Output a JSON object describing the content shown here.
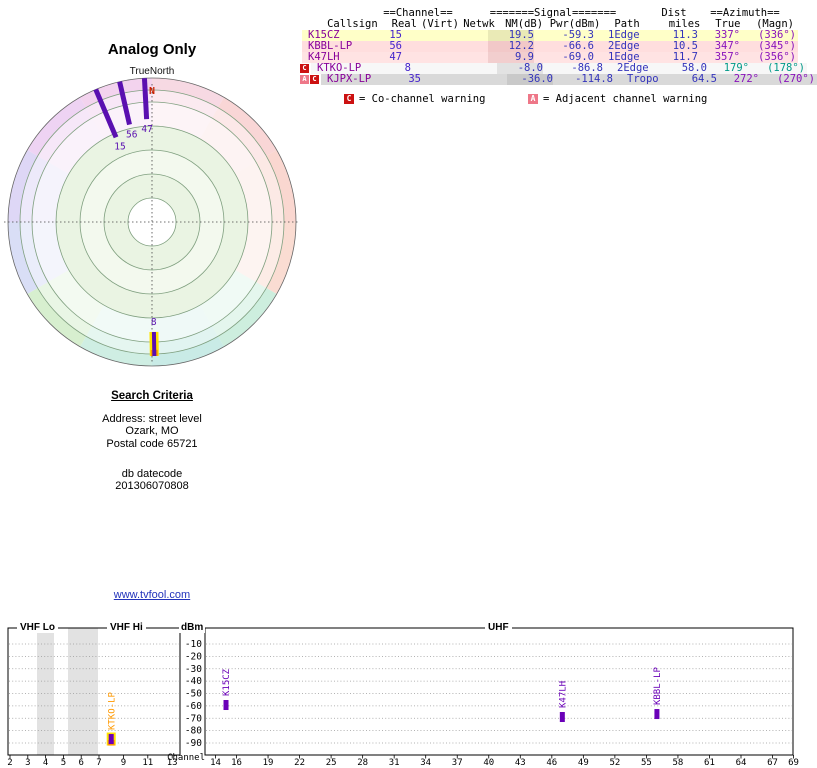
{
  "colors": {
    "station_purple": "#5a10b0",
    "bar_purple": "#6a00b8",
    "highlight_yellow": "#ffe400",
    "highlight_orange": "#ff9900",
    "co_channel_red": "#cc1111",
    "adjacent_pink": "#ee7788",
    "link_blue": "#2233bb",
    "north_red": "#cc2200",
    "value_blue": "#3333bb",
    "callsign_purple": "#880099",
    "channel_blue": "#4422cc",
    "azimuth_purple": "#8811bb",
    "azimuth_teal": "#009988"
  },
  "table": {
    "header_groups": {
      "channel": "==Channel==",
      "signal": "=======Signal=======",
      "dist": "Dist",
      "azimuth": "==Azimuth=="
    },
    "columns": [
      "Callsign",
      "Real",
      "(Virt)",
      "Netwk",
      "NM(dB)",
      "Pwr(dBm)",
      "Path",
      "miles",
      "True",
      "(Magn)"
    ],
    "rows": [
      {
        "badges": [],
        "callsign": "K15CZ",
        "real": "15",
        "virt": "",
        "netwk": "",
        "nm_db": "19.5",
        "pwr_dbm": "-59.3",
        "path": "1Edge",
        "miles": "11.3",
        "true_az": "337°",
        "magn_az": "(336°)",
        "bg": "#ffffc8",
        "nm_bg": "#eaeab6",
        "az_color": "#8811bb"
      },
      {
        "badges": [],
        "callsign": "KBBL-LP",
        "real": "56",
        "virt": "",
        "netwk": "",
        "nm_db": "12.2",
        "pwr_dbm": "-66.6",
        "path": "2Edge",
        "miles": "10.5",
        "true_az": "347°",
        "magn_az": "(345°)",
        "bg": "#ffdede",
        "nm_bg": "#f2c8c8",
        "az_color": "#8811bb"
      },
      {
        "badges": [],
        "callsign": "K47LH",
        "real": "47",
        "virt": "",
        "netwk": "",
        "nm_db": "9.9",
        "pwr_dbm": "-69.0",
        "path": "1Edge",
        "miles": "11.7",
        "true_az": "357°",
        "magn_az": "(356°)",
        "bg": "#ffe3e3",
        "nm_bg": "#f2cece",
        "az_color": "#8811bb"
      },
      {
        "badges": [
          "C"
        ],
        "callsign": "KTKO-LP",
        "real": "8",
        "virt": "",
        "netwk": "",
        "nm_db": "-8.0",
        "pwr_dbm": "-86.8",
        "path": "2Edge",
        "miles": "58.0",
        "true_az": "179°",
        "magn_az": "(178°)",
        "bg": "#f7f7f7",
        "nm_bg": "#e2e2e2",
        "az_color": "#009988"
      },
      {
        "badges": [
          "A",
          "C"
        ],
        "callsign": "KJPX-LP",
        "real": "35",
        "virt": "",
        "netwk": "",
        "nm_db": "-36.0",
        "pwr_dbm": "-114.8",
        "path": "Tropo",
        "miles": "64.5",
        "true_az": "272°",
        "magn_az": "(270°)",
        "bg": "#d9d9d9",
        "nm_bg": "#c9c9c9",
        "az_color": "#8811bb"
      }
    ],
    "legend": [
      {
        "badge": "C",
        "text": "= Co-channel warning"
      },
      {
        "badge": "A",
        "text": "= Adjacent channel warning"
      }
    ]
  },
  "search": {
    "heading": "Search Criteria",
    "lines": [
      "Address: street level",
      "Ozark, MO",
      "Postal code 65721"
    ],
    "datecode_label": "db datecode",
    "datecode": "201306070808"
  },
  "link_text": "www.tvfool.com",
  "chart_data": [
    {
      "id": "spectrum",
      "type": "scatter",
      "ylabel": "dBm",
      "xlabel": "Channel",
      "ylim": [
        -95,
        -5
      ],
      "y_ticks": [
        -10,
        -20,
        -30,
        -40,
        -50,
        -60,
        -70,
        -80,
        -90
      ],
      "sections": [
        "VHF Lo",
        "VHF Hi",
        "UHF"
      ],
      "vhf_tick_channels": [
        2,
        3,
        4,
        5,
        6,
        7,
        9,
        11,
        13
      ],
      "uhf_tick_channels": [
        14,
        16,
        19,
        22,
        25,
        28,
        31,
        34,
        37,
        40,
        43,
        46,
        49,
        52,
        55,
        58,
        61,
        64,
        67,
        69
      ],
      "points": [
        {
          "callsign": "KTKO-LP",
          "channel": 8,
          "dbm": -86.8,
          "highlight": true
        },
        {
          "callsign": "K15CZ",
          "channel": 15,
          "dbm": -59.3,
          "highlight": false
        },
        {
          "callsign": "K47LH",
          "channel": 47,
          "dbm": -69.0,
          "highlight": false
        },
        {
          "callsign": "KBBL-LP",
          "channel": 56,
          "dbm": -66.6,
          "highlight": false
        }
      ]
    },
    {
      "id": "azimuth-polar",
      "type": "polar",
      "title": "Analog Only",
      "north_label": "TrueNorth",
      "n_marker": "N",
      "stations": [
        {
          "channel_label": "15",
          "azimuth_true_deg": 337,
          "r_in": 92,
          "r_out": 144,
          "highlight": false
        },
        {
          "channel_label": "56",
          "azimuth_true_deg": 347,
          "r_in": 100,
          "r_out": 144,
          "highlight": false
        },
        {
          "channel_label": "47",
          "azimuth_true_deg": 357,
          "r_in": 103,
          "r_out": 144,
          "highlight": false
        },
        {
          "channel_label": "8",
          "azimuth_true_deg": 179,
          "r_in": 110,
          "r_out": 134,
          "highlight": true
        }
      ]
    }
  ]
}
